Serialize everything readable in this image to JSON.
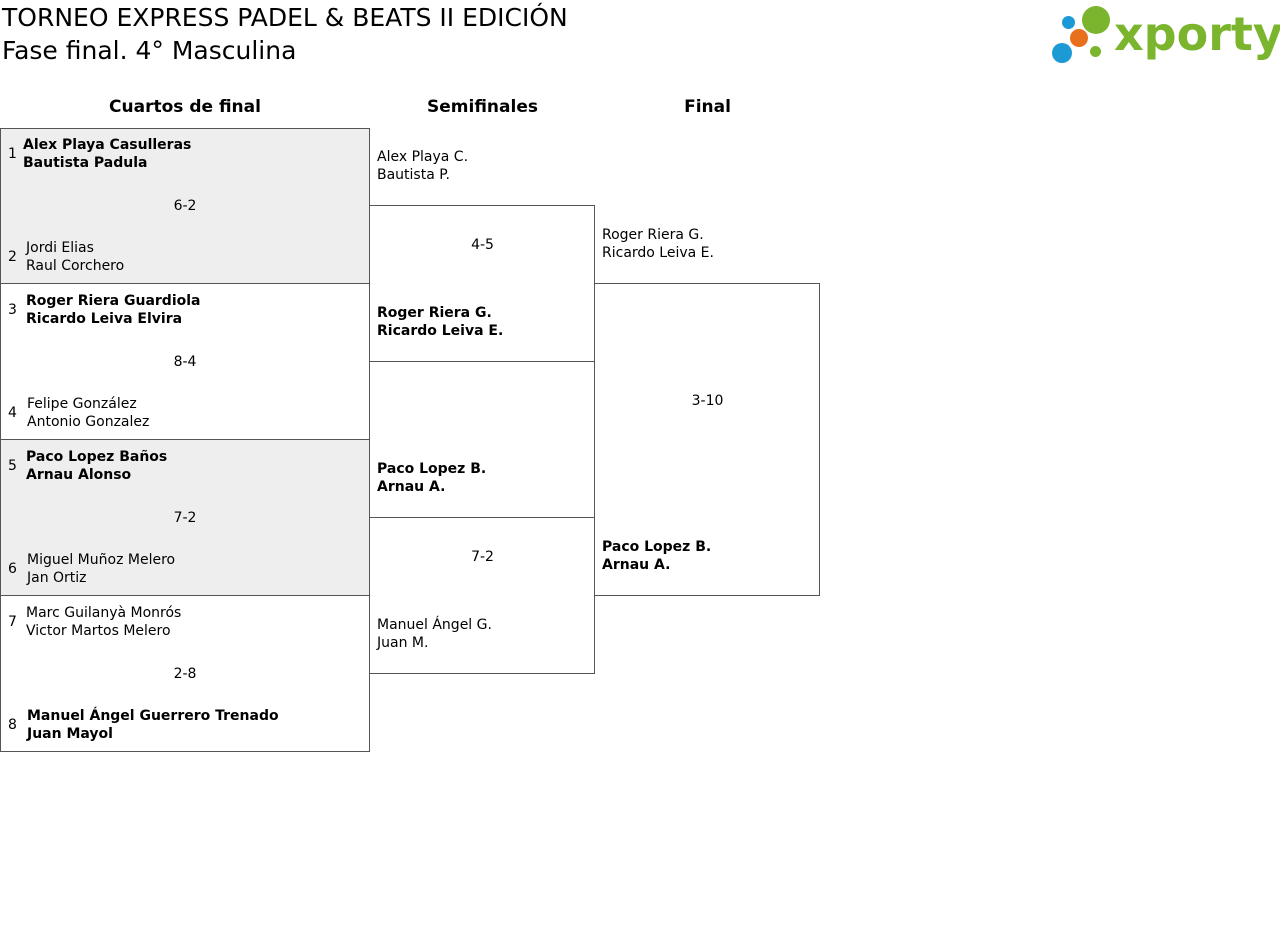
{
  "header": {
    "title": "TORNEO EXPRESS PADEL & BEATS II EDICIÓN",
    "subtitle": "Fase final. 4° Masculina",
    "logo_text": "xporty"
  },
  "colors": {
    "logo_green": "#7ab52d",
    "logo_blue": "#1b9ad6",
    "logo_orange": "#e8701d",
    "shade": "#eeeeee",
    "border": "#555555"
  },
  "rounds": {
    "quarters": "Cuartos de final",
    "semis": "Semifinales",
    "final": "Final"
  },
  "quarterfinals": [
    {
      "top": {
        "seed": "1",
        "player1": "Alex Playa Casulleras",
        "player2": "Bautista Padula"
      },
      "score": "6-2",
      "bottom": {
        "seed": "2",
        "player1": "Jordi Elias",
        "player2": "Raul Corchero"
      }
    },
    {
      "top": {
        "seed": "3",
        "player1": "Roger Riera Guardiola",
        "player2": "Ricardo Leiva Elvira"
      },
      "score": "8-4",
      "bottom": {
        "seed": "4",
        "player1": "Felipe González",
        "player2": "Antonio Gonzalez"
      }
    },
    {
      "top": {
        "seed": "5",
        "player1": "Paco Lopez Baños",
        "player2": "Arnau Alonso"
      },
      "score": "7-2",
      "bottom": {
        "seed": "6",
        "player1": "Miguel Muñoz Melero",
        "player2": "Jan Ortiz"
      }
    },
    {
      "top": {
        "seed": "7",
        "player1": "Marc Guilanyà Monrós",
        "player2": "Victor Martos Melero"
      },
      "score": "2-8",
      "bottom": {
        "seed": "8",
        "player1": "Manuel Ángel Guerrero Trenado",
        "player2": "Juan Mayol"
      }
    }
  ],
  "semifinals": [
    {
      "top": {
        "player1": "Alex Playa C.",
        "player2": "Bautista P."
      },
      "score": "4-5",
      "bottom": {
        "player1": "Roger Riera G.",
        "player2": "Ricardo Leiva E."
      }
    },
    {
      "top": {
        "player1": "Paco Lopez B.",
        "player2": "Arnau A."
      },
      "score": "7-2",
      "bottom": {
        "player1": "Manuel Ángel G.",
        "player2": "Juan M."
      }
    }
  ],
  "final": {
    "top": {
      "player1": "Roger Riera G.",
      "player2": "Ricardo Leiva E."
    },
    "score": "3-10",
    "bottom": {
      "player1": "Paco Lopez B.",
      "player2": "Arnau A."
    }
  }
}
